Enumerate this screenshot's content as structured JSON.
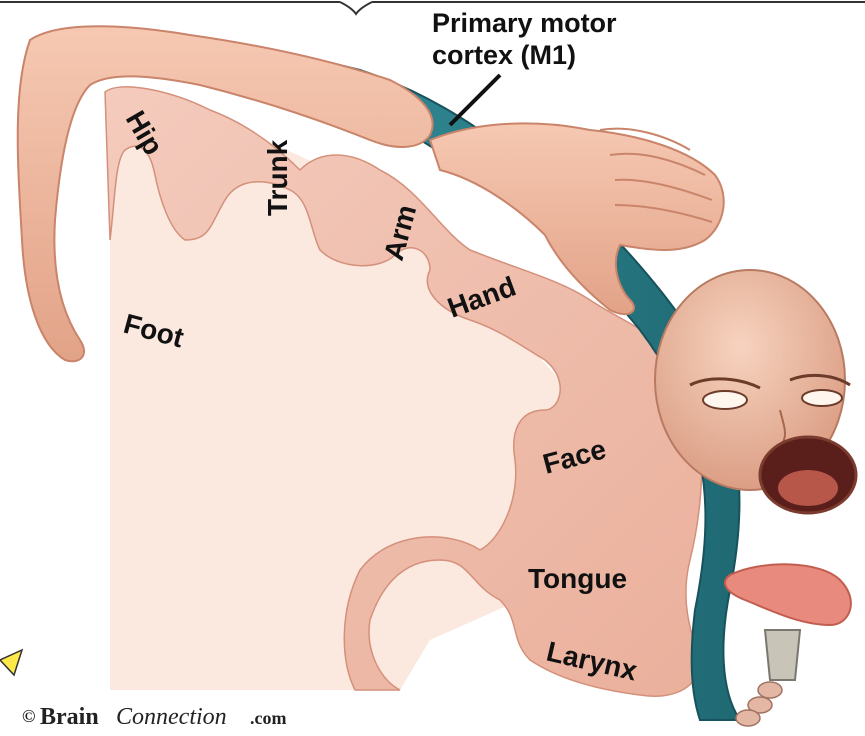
{
  "diagram": {
    "title_line1": "Primary motor",
    "title_line2": "cortex (M1)",
    "regions": {
      "hip": "Hip",
      "trunk": "Trunk",
      "arm": "Arm",
      "hand": "Hand",
      "foot": "Foot",
      "face": "Face",
      "tongue": "Tongue",
      "larynx": "Larynx"
    },
    "credit": {
      "symbol": "©",
      "brand_bold": "Brain",
      "brand_italic": "Connection",
      "domain": ".com"
    }
  },
  "colors": {
    "tissue": "#f2c0b0",
    "tissue_light": "#f9e2d6",
    "cortex": "#2e8c98",
    "cortex_dark": "#1b5d68",
    "skin": "#f0b8a0",
    "background": "#ffffff"
  }
}
